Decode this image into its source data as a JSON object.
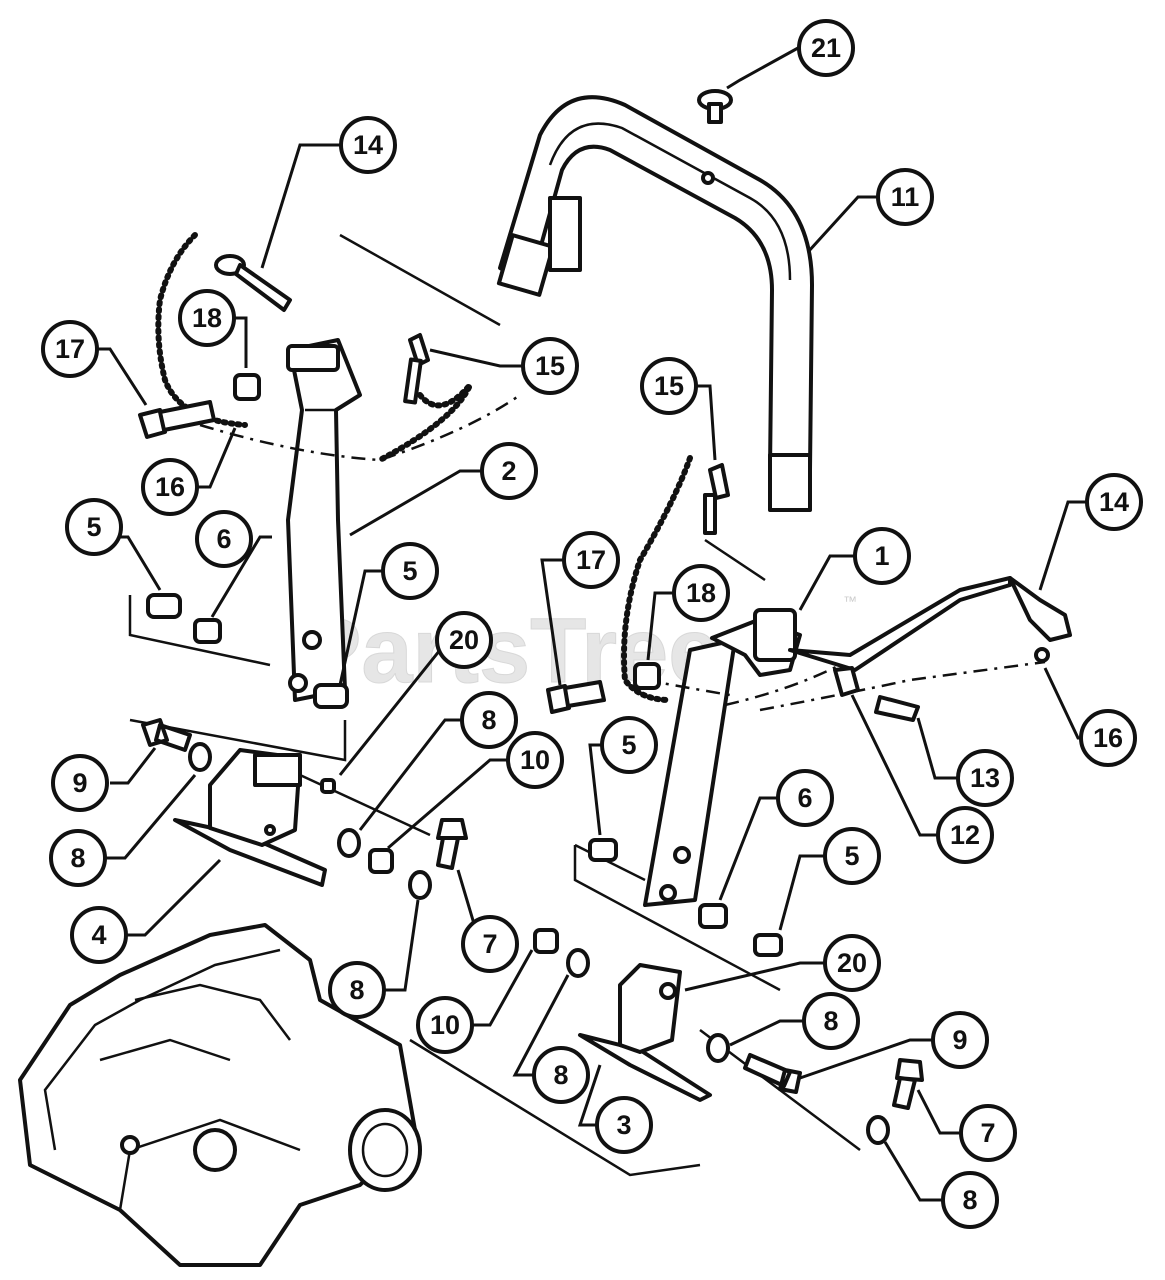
{
  "watermark": {
    "text": "PartsTree",
    "trademark": "™"
  },
  "callouts": [
    "21",
    "14",
    "11",
    "18",
    "17",
    "15",
    "15",
    "16",
    "2",
    "5",
    "6",
    "5",
    "20",
    "1",
    "17",
    "18",
    "14",
    "8",
    "10",
    "9",
    "8",
    "4",
    "7",
    "8",
    "5",
    "6",
    "16",
    "13",
    "12",
    "5",
    "20",
    "8",
    "10",
    "8",
    "3",
    "9",
    "7",
    "8"
  ],
  "colors": {
    "ink": "#111111",
    "paper": "#ffffff",
    "watermark": "#e6e6e6"
  }
}
